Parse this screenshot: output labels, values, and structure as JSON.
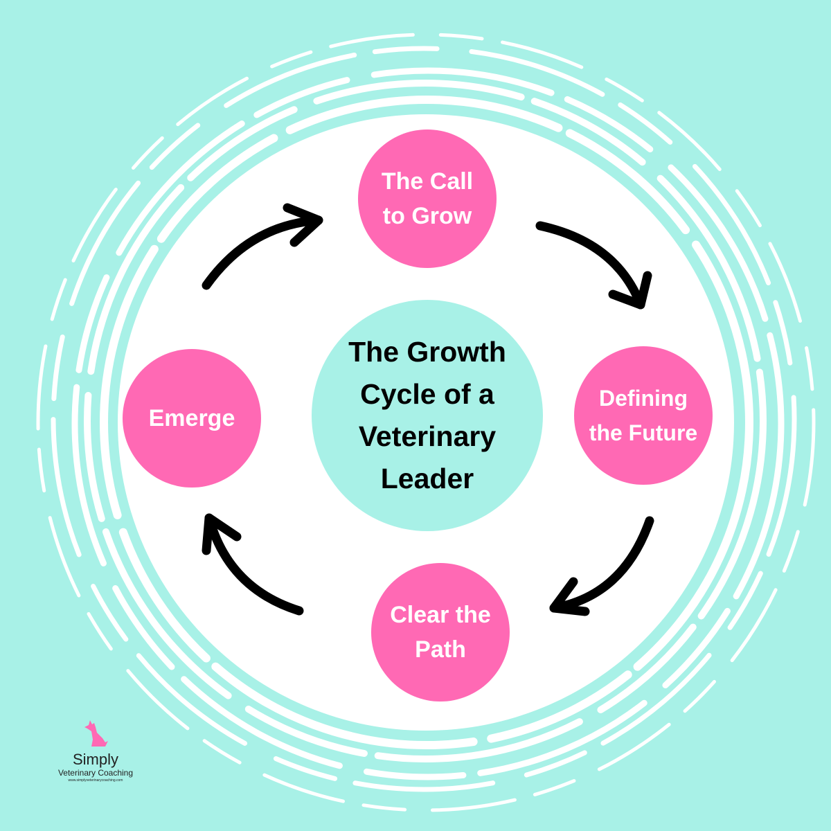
{
  "title": "The Growth Cycle of a Veterinary Leader",
  "title_lines": [
    "The Growth",
    "Cycle of a",
    "Veterinary",
    "Leader"
  ],
  "stages": [
    {
      "lines": [
        "The Call",
        "to Grow"
      ]
    },
    {
      "lines": [
        "Defining",
        "the Future"
      ]
    },
    {
      "lines": [
        "Clear the",
        "Path"
      ]
    },
    {
      "lines": [
        "Emerge"
      ]
    }
  ],
  "logo": {
    "name": "Simply",
    "subtitle": "Veterinary Coaching",
    "url": "www.simplyveterinarycoaching.com",
    "icon": "dog-icon"
  },
  "colors": {
    "background": "#a8f1e7",
    "stage": "#ff69b4",
    "arrow": "#000000"
  }
}
